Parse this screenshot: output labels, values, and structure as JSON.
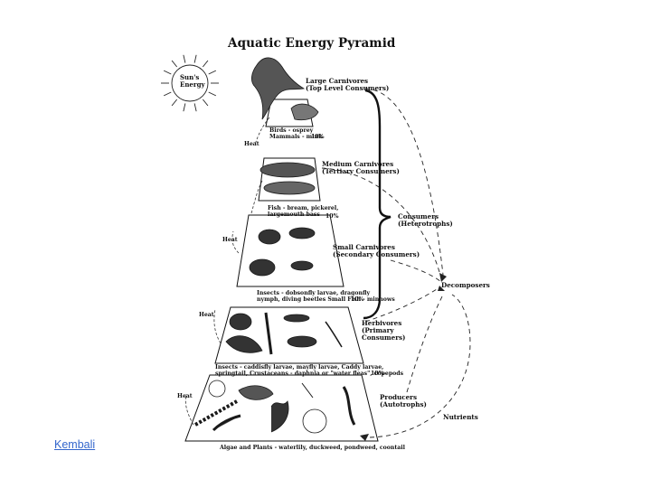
{
  "title": "Aquatic Energy Pyramid",
  "sun_label": [
    "Sun's",
    "Energy"
  ],
  "levels": {
    "large_carnivores": [
      "Large Carnivores",
      "(Top Level Consumers)"
    ],
    "medium_carnivores": [
      "Medium Carnivores",
      "(Tertiary Consumers)"
    ],
    "small_carnivores": [
      "Small Carnivores",
      "(Secondary Consumers)"
    ],
    "herbivores": [
      "Herbivores",
      "(Primary",
      "Consumers)"
    ],
    "producers": [
      "Producers",
      "(Autotrophs)"
    ]
  },
  "tier_captions": {
    "t1": [
      "Birds - osprey",
      "Mammals - mink"
    ],
    "t2": [
      "Fish - bream, pickerel,",
      "largemouth bass"
    ],
    "t3": [
      "Insects - dobsonfly larvae, dragonfly",
      "nymph, diving beetles     Small Fish - minnows"
    ],
    "t4": [
      "Insects - caddisfly larvae, mayfly larvae, Caddy larvae,",
      "springtail,     Crustaceans - daphnia or \"water fleas\", copepods"
    ],
    "t5": [
      "Algae and Plants - waterlily, duckweed, pondweed, coontail"
    ]
  },
  "percent": "10%",
  "heat": "Heat",
  "side_labels": {
    "consumers": [
      "Consumers",
      "(Heterotrophs)"
    ],
    "decomposers": "Decomposers",
    "nutrients": "Nutrients"
  },
  "link_text": "Kembali"
}
